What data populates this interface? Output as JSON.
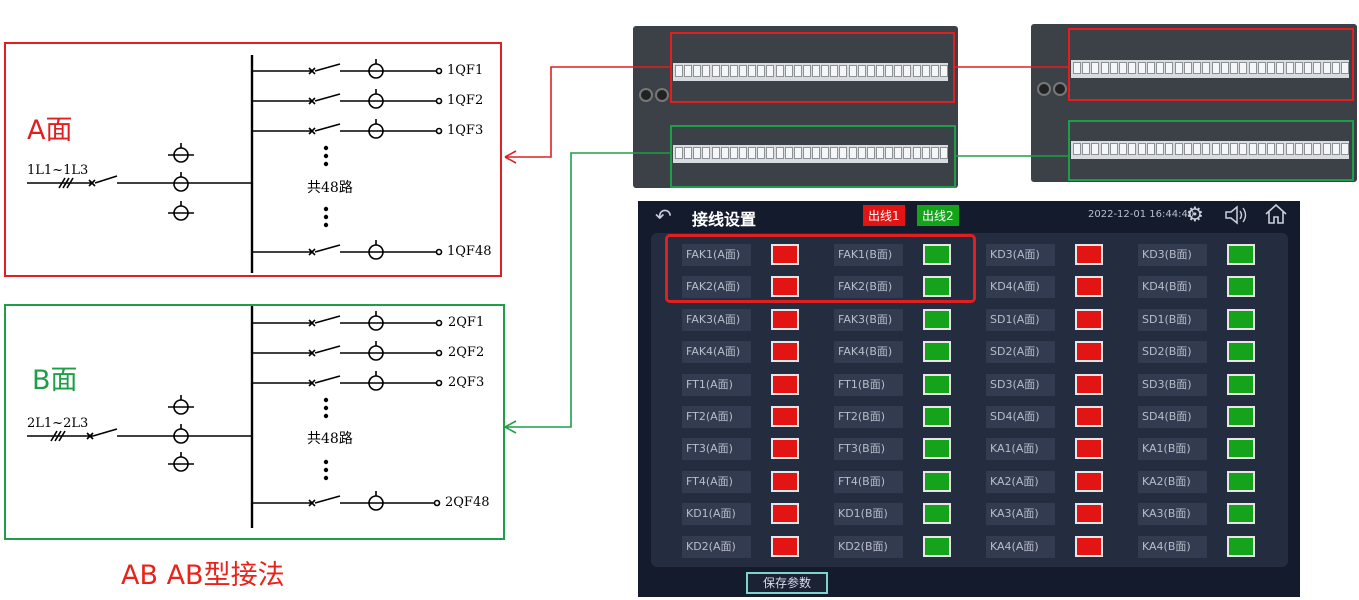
{
  "face_a": {
    "label": "A面",
    "color": "#e02020",
    "input": "1L1~1L3",
    "outputs": [
      "1QF1",
      "1QF2",
      "1QF3"
    ],
    "last_output": "1QF48",
    "count_label": "共48路"
  },
  "face_b": {
    "label": "B面",
    "color": "#1e9e48",
    "input": "2L1~2L3",
    "outputs": [
      "2QF1",
      "2QF2",
      "2QF3"
    ],
    "last_output": "2QF48",
    "count_label": "共48路"
  },
  "caption": "AB AB型接法",
  "hmi": {
    "title": "接线设置",
    "tag1": "出线1",
    "tag2": "出线2",
    "tag1_color": "#e21414",
    "tag2_color": "#16a31c",
    "datetime": "2022-12-01 16:44:40",
    "save_label": "保存参数",
    "icons": [
      "back-icon",
      "settings-icon",
      "speaker-icon",
      "home-icon"
    ],
    "columns": [
      {
        "items": [
          {
            "label": "FAK1(A面)",
            "state": "red"
          },
          {
            "label": "FAK2(A面)",
            "state": "red"
          },
          {
            "label": "FAK3(A面)",
            "state": "red"
          },
          {
            "label": "FAK4(A面)",
            "state": "red"
          },
          {
            "label": "FT1(A面)",
            "state": "red"
          },
          {
            "label": "FT2(A面)",
            "state": "red"
          },
          {
            "label": "FT3(A面)",
            "state": "red"
          },
          {
            "label": "FT4(A面)",
            "state": "red"
          },
          {
            "label": "KD1(A面)",
            "state": "red"
          },
          {
            "label": "KD2(A面)",
            "state": "red"
          }
        ]
      },
      {
        "items": [
          {
            "label": "FAK1(B面)",
            "state": "green"
          },
          {
            "label": "FAK2(B面)",
            "state": "green"
          },
          {
            "label": "FAK3(B面)",
            "state": "green"
          },
          {
            "label": "FAK4(B面)",
            "state": "green"
          },
          {
            "label": "FT1(B面)",
            "state": "green"
          },
          {
            "label": "FT2(B面)",
            "state": "green"
          },
          {
            "label": "FT3(B面)",
            "state": "green"
          },
          {
            "label": "FT4(B面)",
            "state": "green"
          },
          {
            "label": "KD1(B面)",
            "state": "green"
          },
          {
            "label": "KD2(B面)",
            "state": "green"
          }
        ]
      },
      {
        "items": [
          {
            "label": "KD3(A面)",
            "state": "red"
          },
          {
            "label": "KD4(A面)",
            "state": "red"
          },
          {
            "label": "SD1(A面)",
            "state": "red"
          },
          {
            "label": "SD2(A面)",
            "state": "red"
          },
          {
            "label": "SD3(A面)",
            "state": "red"
          },
          {
            "label": "SD4(A面)",
            "state": "red"
          },
          {
            "label": "KA1(A面)",
            "state": "red"
          },
          {
            "label": "KA2(A面)",
            "state": "red"
          },
          {
            "label": "KA3(A面)",
            "state": "red"
          },
          {
            "label": "KA4(A面)",
            "state": "red"
          }
        ]
      },
      {
        "items": [
          {
            "label": "KD3(B面)",
            "state": "green"
          },
          {
            "label": "KD4(B面)",
            "state": "green"
          },
          {
            "label": "SD1(B面)",
            "state": "green"
          },
          {
            "label": "SD2(B面)",
            "state": "green"
          },
          {
            "label": "SD3(B面)",
            "state": "green"
          },
          {
            "label": "SD4(B面)",
            "state": "green"
          },
          {
            "label": "KA1(B面)",
            "state": "green"
          },
          {
            "label": "KA2(B面)",
            "state": "green"
          },
          {
            "label": "KA3(B面)",
            "state": "green"
          },
          {
            "label": "KA4(B面)",
            "state": "green"
          }
        ]
      }
    ]
  }
}
